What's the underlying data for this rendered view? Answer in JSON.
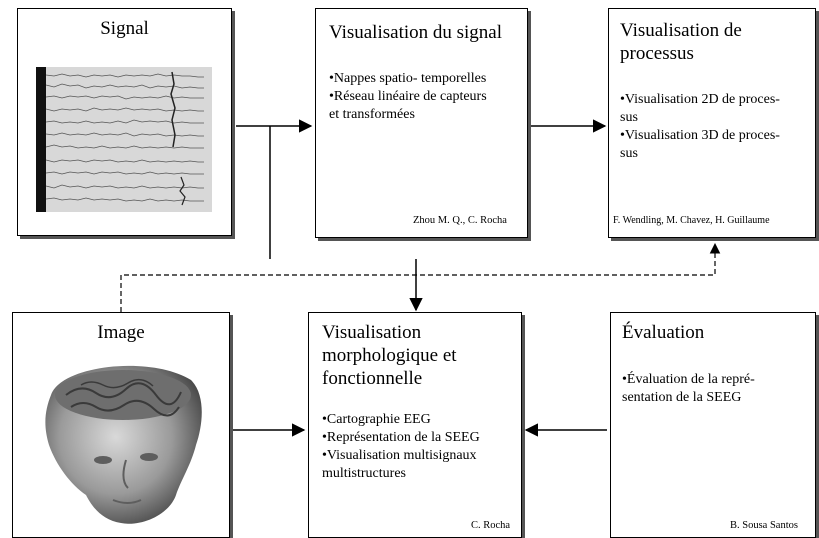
{
  "signal_box": {
    "title": "Signal"
  },
  "vis_signal_box": {
    "title": "Visualisation du signal",
    "items": [
      "•Nappes spatio- temporelles",
      "•Réseau linéaire de capteurs",
      "et transformées"
    ],
    "credit": "Zhou M. Q.,  C. Rocha"
  },
  "vis_process_box": {
    "title_lines": [
      "Visualisation de",
      "processus"
    ],
    "items": [
      "•Visualisation 2D  de proces-",
      "sus",
      "•Visualisation 3D de proces-",
      "sus"
    ],
    "credit": "F. Wendling, M. Chavez, H. Guillaume"
  },
  "image_box": {
    "title": "Image"
  },
  "vis_morpho_box": {
    "title_lines": [
      "Visualisation",
      "morphologique et",
      "fonctionnelle"
    ],
    "items": [
      "•Cartographie EEG",
      "•Représentation de la SEEG",
      "•Visualisation multisignaux",
      "multistructures"
    ],
    "credit": "C. Rocha"
  },
  "eval_box": {
    "title": "Évaluation",
    "items": [
      "•Évaluation de la repré-",
      "sentation de la SEEG"
    ],
    "credit": "B. Sousa Santos"
  },
  "colors": {
    "line": "#000000",
    "shadow": "#555555",
    "head": "#9a9a9a"
  }
}
